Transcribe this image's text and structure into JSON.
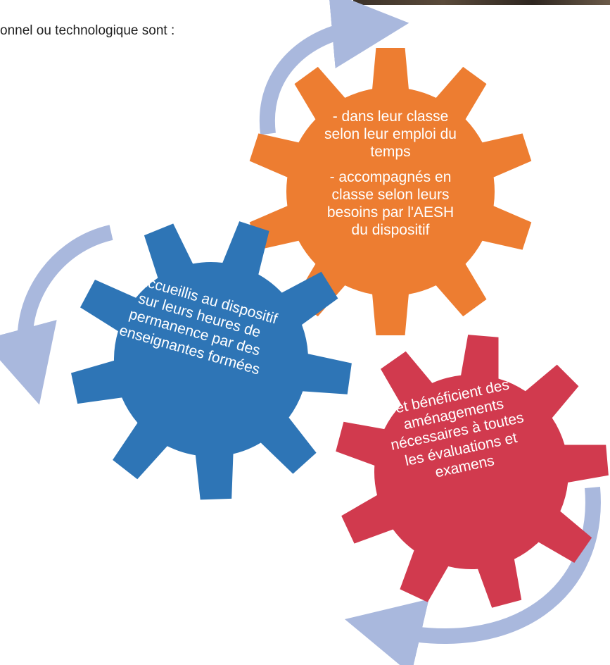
{
  "intro_text": "onnel ou technologique sont :",
  "gears": {
    "orange": {
      "line1": "- dans leur classe selon leur emploi du temps",
      "line2": "- accompagnés en classe selon leurs besoins par l'AESH du dispositif",
      "color": "#ED7D31"
    },
    "blue": {
      "text": "- accueillis au dispositif sur leurs heures de permanence par des enseignantes formées",
      "color": "#2E75B6"
    },
    "red": {
      "text": "-et bénéficient des aménagements nécessaires à toutes les évaluations et examens",
      "color": "#D13A4E"
    }
  },
  "arrow_color": "#A9B8DD"
}
